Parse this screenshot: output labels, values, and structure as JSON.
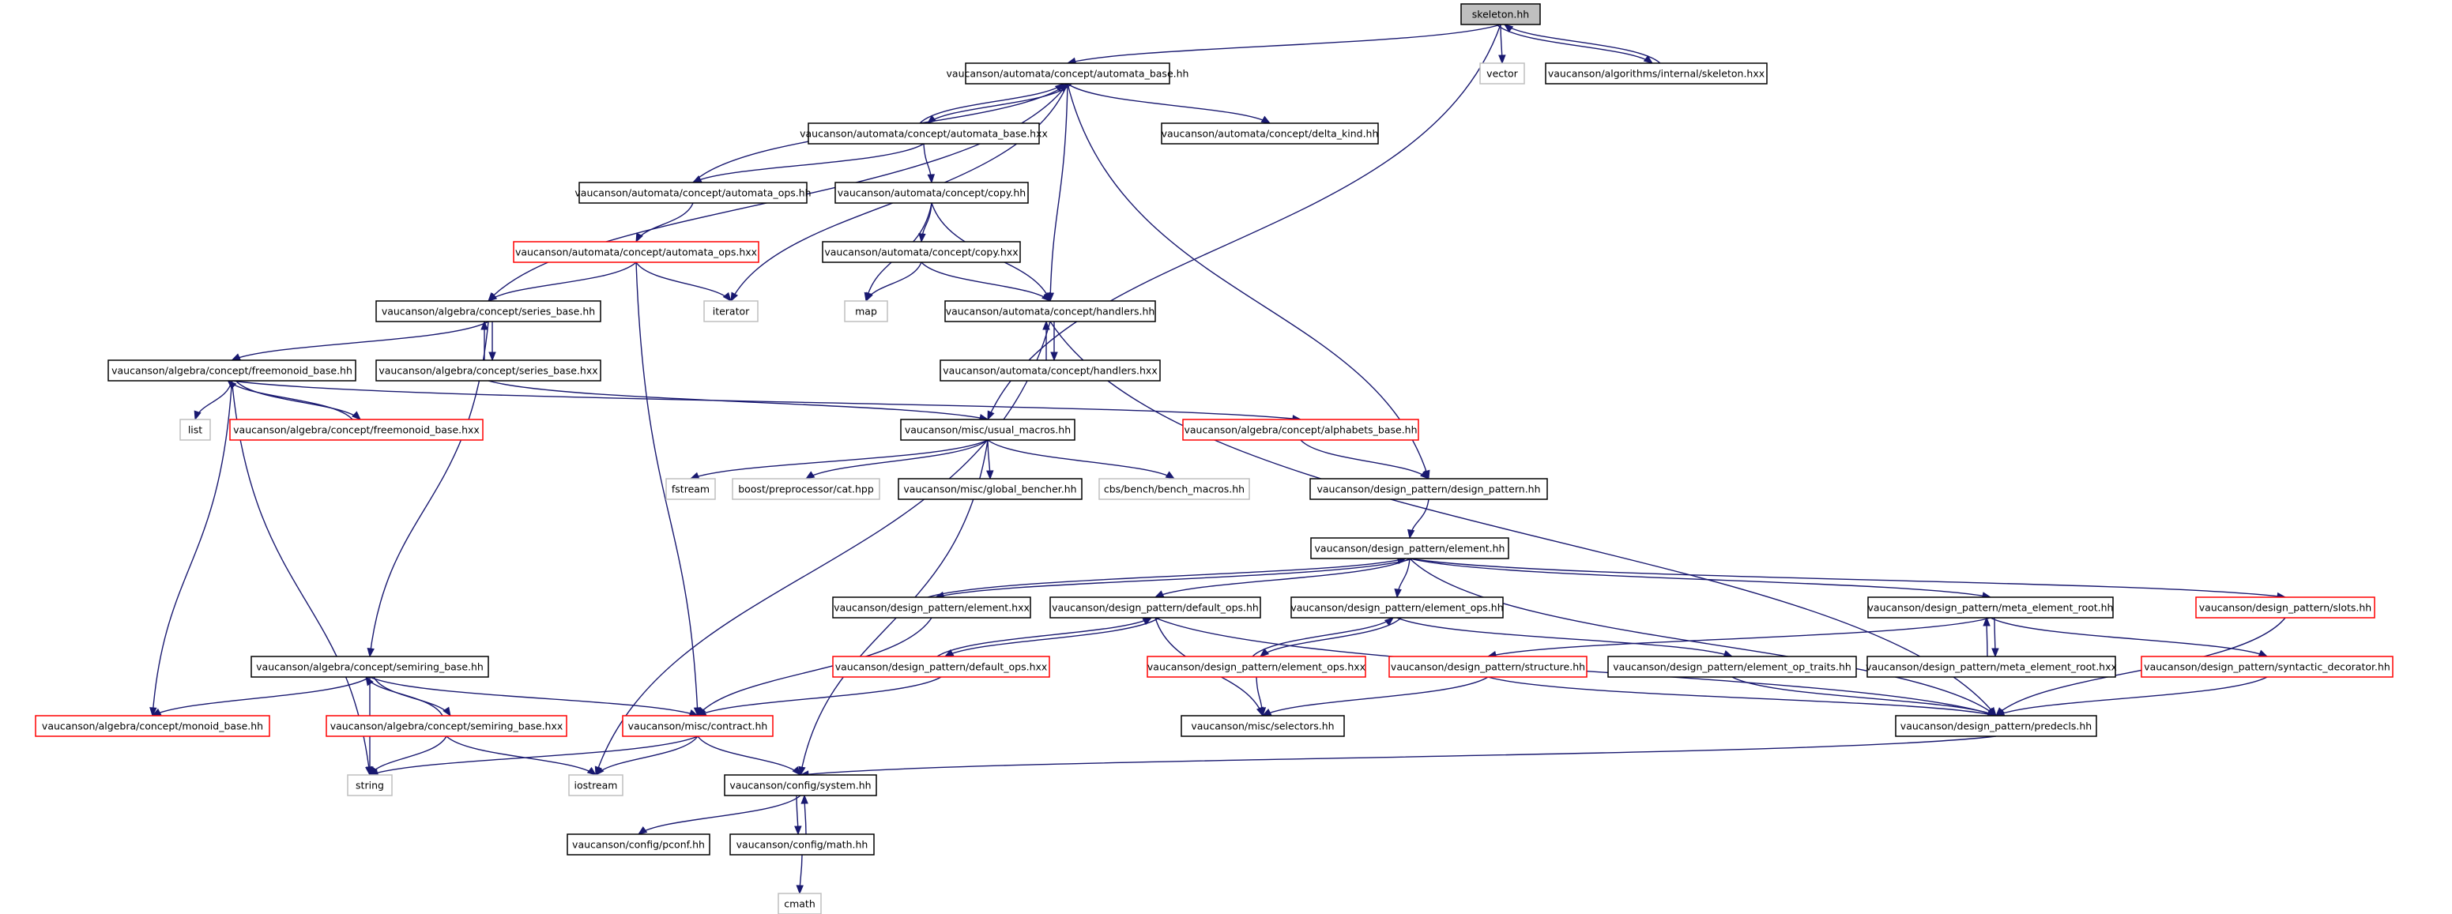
{
  "colors": {
    "edge": "#191970",
    "fill_highlight": "#bfbfbf",
    "border_default": "#000000",
    "border_incomplete": "#ff0000",
    "border_external": "#bfbfbf"
  },
  "nodes": [
    {
      "id": "skeleton_hh",
      "label": "skeleton.hh",
      "style": "highlight"
    },
    {
      "id": "vector",
      "label": "vector",
      "style": "external"
    },
    {
      "id": "alg_skeleton_hxx",
      "label": "vaucanson/algorithms/internal/skeleton.hxx",
      "style": "default"
    },
    {
      "id": "automata_base_hh",
      "label": "vaucanson/automata/concept/automata_base.hh",
      "style": "default"
    },
    {
      "id": "automata_base_hxx",
      "label": "vaucanson/automata/concept/automata_base.hxx",
      "style": "default"
    },
    {
      "id": "delta_kind_hh",
      "label": "vaucanson/automata/concept/delta_kind.hh",
      "style": "default"
    },
    {
      "id": "automata_ops_hh",
      "label": "vaucanson/automata/concept/automata_ops.hh",
      "style": "default"
    },
    {
      "id": "copy_hh",
      "label": "vaucanson/automata/concept/copy.hh",
      "style": "default"
    },
    {
      "id": "automata_ops_hxx",
      "label": "vaucanson/automata/concept/automata_ops.hxx",
      "style": "incomplete"
    },
    {
      "id": "copy_hxx",
      "label": "vaucanson/automata/concept/copy.hxx",
      "style": "default"
    },
    {
      "id": "series_base_hh",
      "label": "vaucanson/algebra/concept/series_base.hh",
      "style": "default"
    },
    {
      "id": "iterator",
      "label": "iterator",
      "style": "external"
    },
    {
      "id": "map",
      "label": "map",
      "style": "external"
    },
    {
      "id": "handlers_hh",
      "label": "vaucanson/automata/concept/handlers.hh",
      "style": "default"
    },
    {
      "id": "freemonoid_base_hh",
      "label": "vaucanson/algebra/concept/freemonoid_base.hh",
      "style": "default"
    },
    {
      "id": "series_base_hxx",
      "label": "vaucanson/algebra/concept/series_base.hxx",
      "style": "default"
    },
    {
      "id": "handlers_hxx",
      "label": "vaucanson/automata/concept/handlers.hxx",
      "style": "default"
    },
    {
      "id": "list",
      "label": "list",
      "style": "external"
    },
    {
      "id": "freemonoid_base_hxx",
      "label": "vaucanson/algebra/concept/freemonoid_base.hxx",
      "style": "incomplete"
    },
    {
      "id": "usual_macros_hh",
      "label": "vaucanson/misc/usual_macros.hh",
      "style": "default"
    },
    {
      "id": "alphabets_base_hh",
      "label": "vaucanson/algebra/concept/alphabets_base.hh",
      "style": "incomplete"
    },
    {
      "id": "fstream",
      "label": "fstream",
      "style": "external"
    },
    {
      "id": "cat_hpp",
      "label": "boost/preprocessor/cat.hpp",
      "style": "external"
    },
    {
      "id": "global_bencher_hh",
      "label": "vaucanson/misc/global_bencher.hh",
      "style": "default"
    },
    {
      "id": "bench_macros_hh",
      "label": "cbs/bench/bench_macros.hh",
      "style": "external"
    },
    {
      "id": "design_pattern_hh",
      "label": "vaucanson/design_pattern/design_pattern.hh",
      "style": "default"
    },
    {
      "id": "element_hh",
      "label": "vaucanson/design_pattern/element.hh",
      "style": "default"
    },
    {
      "id": "element_hxx",
      "label": "vaucanson/design_pattern/element.hxx",
      "style": "default"
    },
    {
      "id": "default_ops_hh",
      "label": "vaucanson/design_pattern/default_ops.hh",
      "style": "default"
    },
    {
      "id": "element_ops_hh",
      "label": "vaucanson/design_pattern/element_ops.hh",
      "style": "default"
    },
    {
      "id": "meta_element_root_hh",
      "label": "vaucanson/design_pattern/meta_element_root.hh",
      "style": "default"
    },
    {
      "id": "slots_hh",
      "label": "vaucanson/design_pattern/slots.hh",
      "style": "incomplete"
    },
    {
      "id": "semiring_base_hh",
      "label": "vaucanson/algebra/concept/semiring_base.hh",
      "style": "default"
    },
    {
      "id": "default_ops_hxx",
      "label": "vaucanson/design_pattern/default_ops.hxx",
      "style": "incomplete"
    },
    {
      "id": "element_ops_hxx",
      "label": "vaucanson/design_pattern/element_ops.hxx",
      "style": "incomplete"
    },
    {
      "id": "structure_hh",
      "label": "vaucanson/design_pattern/structure.hh",
      "style": "incomplete"
    },
    {
      "id": "element_op_traits_hh",
      "label": "vaucanson/design_pattern/element_op_traits.hh",
      "style": "default"
    },
    {
      "id": "meta_element_root_hxx",
      "label": "vaucanson/design_pattern/meta_element_root.hxx",
      "style": "default"
    },
    {
      "id": "syntactic_decorator_hh",
      "label": "vaucanson/design_pattern/syntactic_decorator.hh",
      "style": "incomplete"
    },
    {
      "id": "monoid_base_hh",
      "label": "vaucanson/algebra/concept/monoid_base.hh",
      "style": "incomplete"
    },
    {
      "id": "semiring_base_hxx",
      "label": "vaucanson/algebra/concept/semiring_base.hxx",
      "style": "incomplete"
    },
    {
      "id": "contract_hh",
      "label": "vaucanson/misc/contract.hh",
      "style": "incomplete"
    },
    {
      "id": "selectors_hh",
      "label": "vaucanson/misc/selectors.hh",
      "style": "default"
    },
    {
      "id": "predecls_hh",
      "label": "vaucanson/design_pattern/predecls.hh",
      "style": "default"
    },
    {
      "id": "string",
      "label": "string",
      "style": "external"
    },
    {
      "id": "iostream",
      "label": "iostream",
      "style": "external"
    },
    {
      "id": "system_hh",
      "label": "vaucanson/config/system.hh",
      "style": "default"
    },
    {
      "id": "pconf_hh",
      "label": "vaucanson/config/pconf.hh",
      "style": "default"
    },
    {
      "id": "math_hh",
      "label": "vaucanson/config/math.hh",
      "style": "default"
    },
    {
      "id": "cmath",
      "label": "cmath",
      "style": "external"
    }
  ],
  "edges": [
    [
      "skeleton_hh",
      "automata_base_hh"
    ],
    [
      "skeleton_hh",
      "vector"
    ],
    [
      "skeleton_hh",
      "alg_skeleton_hxx"
    ],
    [
      "skeleton_hh",
      "usual_macros_hh"
    ],
    [
      "alg_skeleton_hxx",
      "skeleton_hh"
    ],
    [
      "automata_base_hh",
      "automata_base_hxx"
    ],
    [
      "automata_base_hh",
      "delta_kind_hh"
    ],
    [
      "automata_base_hh",
      "series_base_hh"
    ],
    [
      "automata_base_hh",
      "iterator"
    ],
    [
      "automata_base_hh",
      "handlers_hh"
    ],
    [
      "automata_base_hh",
      "design_pattern_hh"
    ],
    [
      "automata_base_hxx",
      "automata_base_hh"
    ],
    [
      "automata_base_hxx",
      "automata_ops_hh"
    ],
    [
      "automata_base_hxx",
      "copy_hh"
    ],
    [
      "automata_ops_hh",
      "automata_base_hh"
    ],
    [
      "automata_ops_hh",
      "automata_ops_hxx"
    ],
    [
      "automata_ops_hxx",
      "series_base_hh"
    ],
    [
      "automata_ops_hxx",
      "iterator"
    ],
    [
      "automata_ops_hxx",
      "contract_hh"
    ],
    [
      "copy_hh",
      "copy_hxx"
    ],
    [
      "copy_hh",
      "map"
    ],
    [
      "copy_hh",
      "handlers_hh"
    ],
    [
      "copy_hxx",
      "map"
    ],
    [
      "copy_hxx",
      "handlers_hh"
    ],
    [
      "series_base_hh",
      "freemonoid_base_hh"
    ],
    [
      "series_base_hh",
      "series_base_hxx"
    ],
    [
      "series_base_hh",
      "semiring_base_hh"
    ],
    [
      "series_base_hxx",
      "series_base_hh"
    ],
    [
      "series_base_hxx",
      "usual_macros_hh"
    ],
    [
      "handlers_hh",
      "handlers_hxx"
    ],
    [
      "handlers_hh",
      "iostream"
    ],
    [
      "handlers_hh",
      "predecls_hh"
    ],
    [
      "handlers_hxx",
      "handlers_hh"
    ],
    [
      "freemonoid_base_hh",
      "list"
    ],
    [
      "freemonoid_base_hh",
      "freemonoid_base_hxx"
    ],
    [
      "freemonoid_base_hh",
      "alphabets_base_hh"
    ],
    [
      "freemonoid_base_hh",
      "monoid_base_hh"
    ],
    [
      "freemonoid_base_hh",
      "string"
    ],
    [
      "freemonoid_base_hxx",
      "freemonoid_base_hh"
    ],
    [
      "usual_macros_hh",
      "fstream"
    ],
    [
      "usual_macros_hh",
      "cat_hpp"
    ],
    [
      "usual_macros_hh",
      "global_bencher_hh"
    ],
    [
      "usual_macros_hh",
      "bench_macros_hh"
    ],
    [
      "usual_macros_hh",
      "system_hh"
    ],
    [
      "alphabets_base_hh",
      "design_pattern_hh"
    ],
    [
      "design_pattern_hh",
      "element_hh"
    ],
    [
      "element_hh",
      "element_hxx"
    ],
    [
      "element_hh",
      "default_ops_hh"
    ],
    [
      "element_hh",
      "element_ops_hh"
    ],
    [
      "element_hh",
      "meta_element_root_hh"
    ],
    [
      "element_hh",
      "slots_hh"
    ],
    [
      "element_hh",
      "predecls_hh"
    ],
    [
      "element_hxx",
      "element_hh"
    ],
    [
      "element_hxx",
      "contract_hh"
    ],
    [
      "default_ops_hh",
      "default_ops_hxx"
    ],
    [
      "default_ops_hh",
      "selectors_hh"
    ],
    [
      "default_ops_hh",
      "predecls_hh"
    ],
    [
      "default_ops_hxx",
      "default_ops_hh"
    ],
    [
      "default_ops_hxx",
      "contract_hh"
    ],
    [
      "element_ops_hh",
      "element_ops_hxx"
    ],
    [
      "element_ops_hh",
      "element_op_traits_hh"
    ],
    [
      "element_ops_hxx",
      "element_ops_hh"
    ],
    [
      "element_ops_hxx",
      "selectors_hh"
    ],
    [
      "meta_element_root_hh",
      "meta_element_root_hxx"
    ],
    [
      "meta_element_root_hh",
      "structure_hh"
    ],
    [
      "meta_element_root_hh",
      "syntactic_decorator_hh"
    ],
    [
      "meta_element_root_hxx",
      "meta_element_root_hh"
    ],
    [
      "structure_hh",
      "selectors_hh"
    ],
    [
      "structure_hh",
      "predecls_hh"
    ],
    [
      "element_op_traits_hh",
      "predecls_hh"
    ],
    [
      "syntactic_decorator_hh",
      "predecls_hh"
    ],
    [
      "slots_hh",
      "predecls_hh"
    ],
    [
      "semiring_base_hh",
      "monoid_base_hh"
    ],
    [
      "semiring_base_hh",
      "semiring_base_hxx"
    ],
    [
      "semiring_base_hh",
      "string"
    ],
    [
      "semiring_base_hh",
      "contract_hh"
    ],
    [
      "semiring_base_hxx",
      "semiring_base_hh"
    ],
    [
      "semiring_base_hxx",
      "string"
    ],
    [
      "semiring_base_hxx",
      "iostream"
    ],
    [
      "contract_hh",
      "string"
    ],
    [
      "contract_hh",
      "iostream"
    ],
    [
      "contract_hh",
      "system_hh"
    ],
    [
      "predecls_hh",
      "system_hh"
    ],
    [
      "system_hh",
      "pconf_hh"
    ],
    [
      "system_hh",
      "math_hh"
    ],
    [
      "math_hh",
      "system_hh"
    ],
    [
      "math_hh",
      "cmath"
    ]
  ]
}
